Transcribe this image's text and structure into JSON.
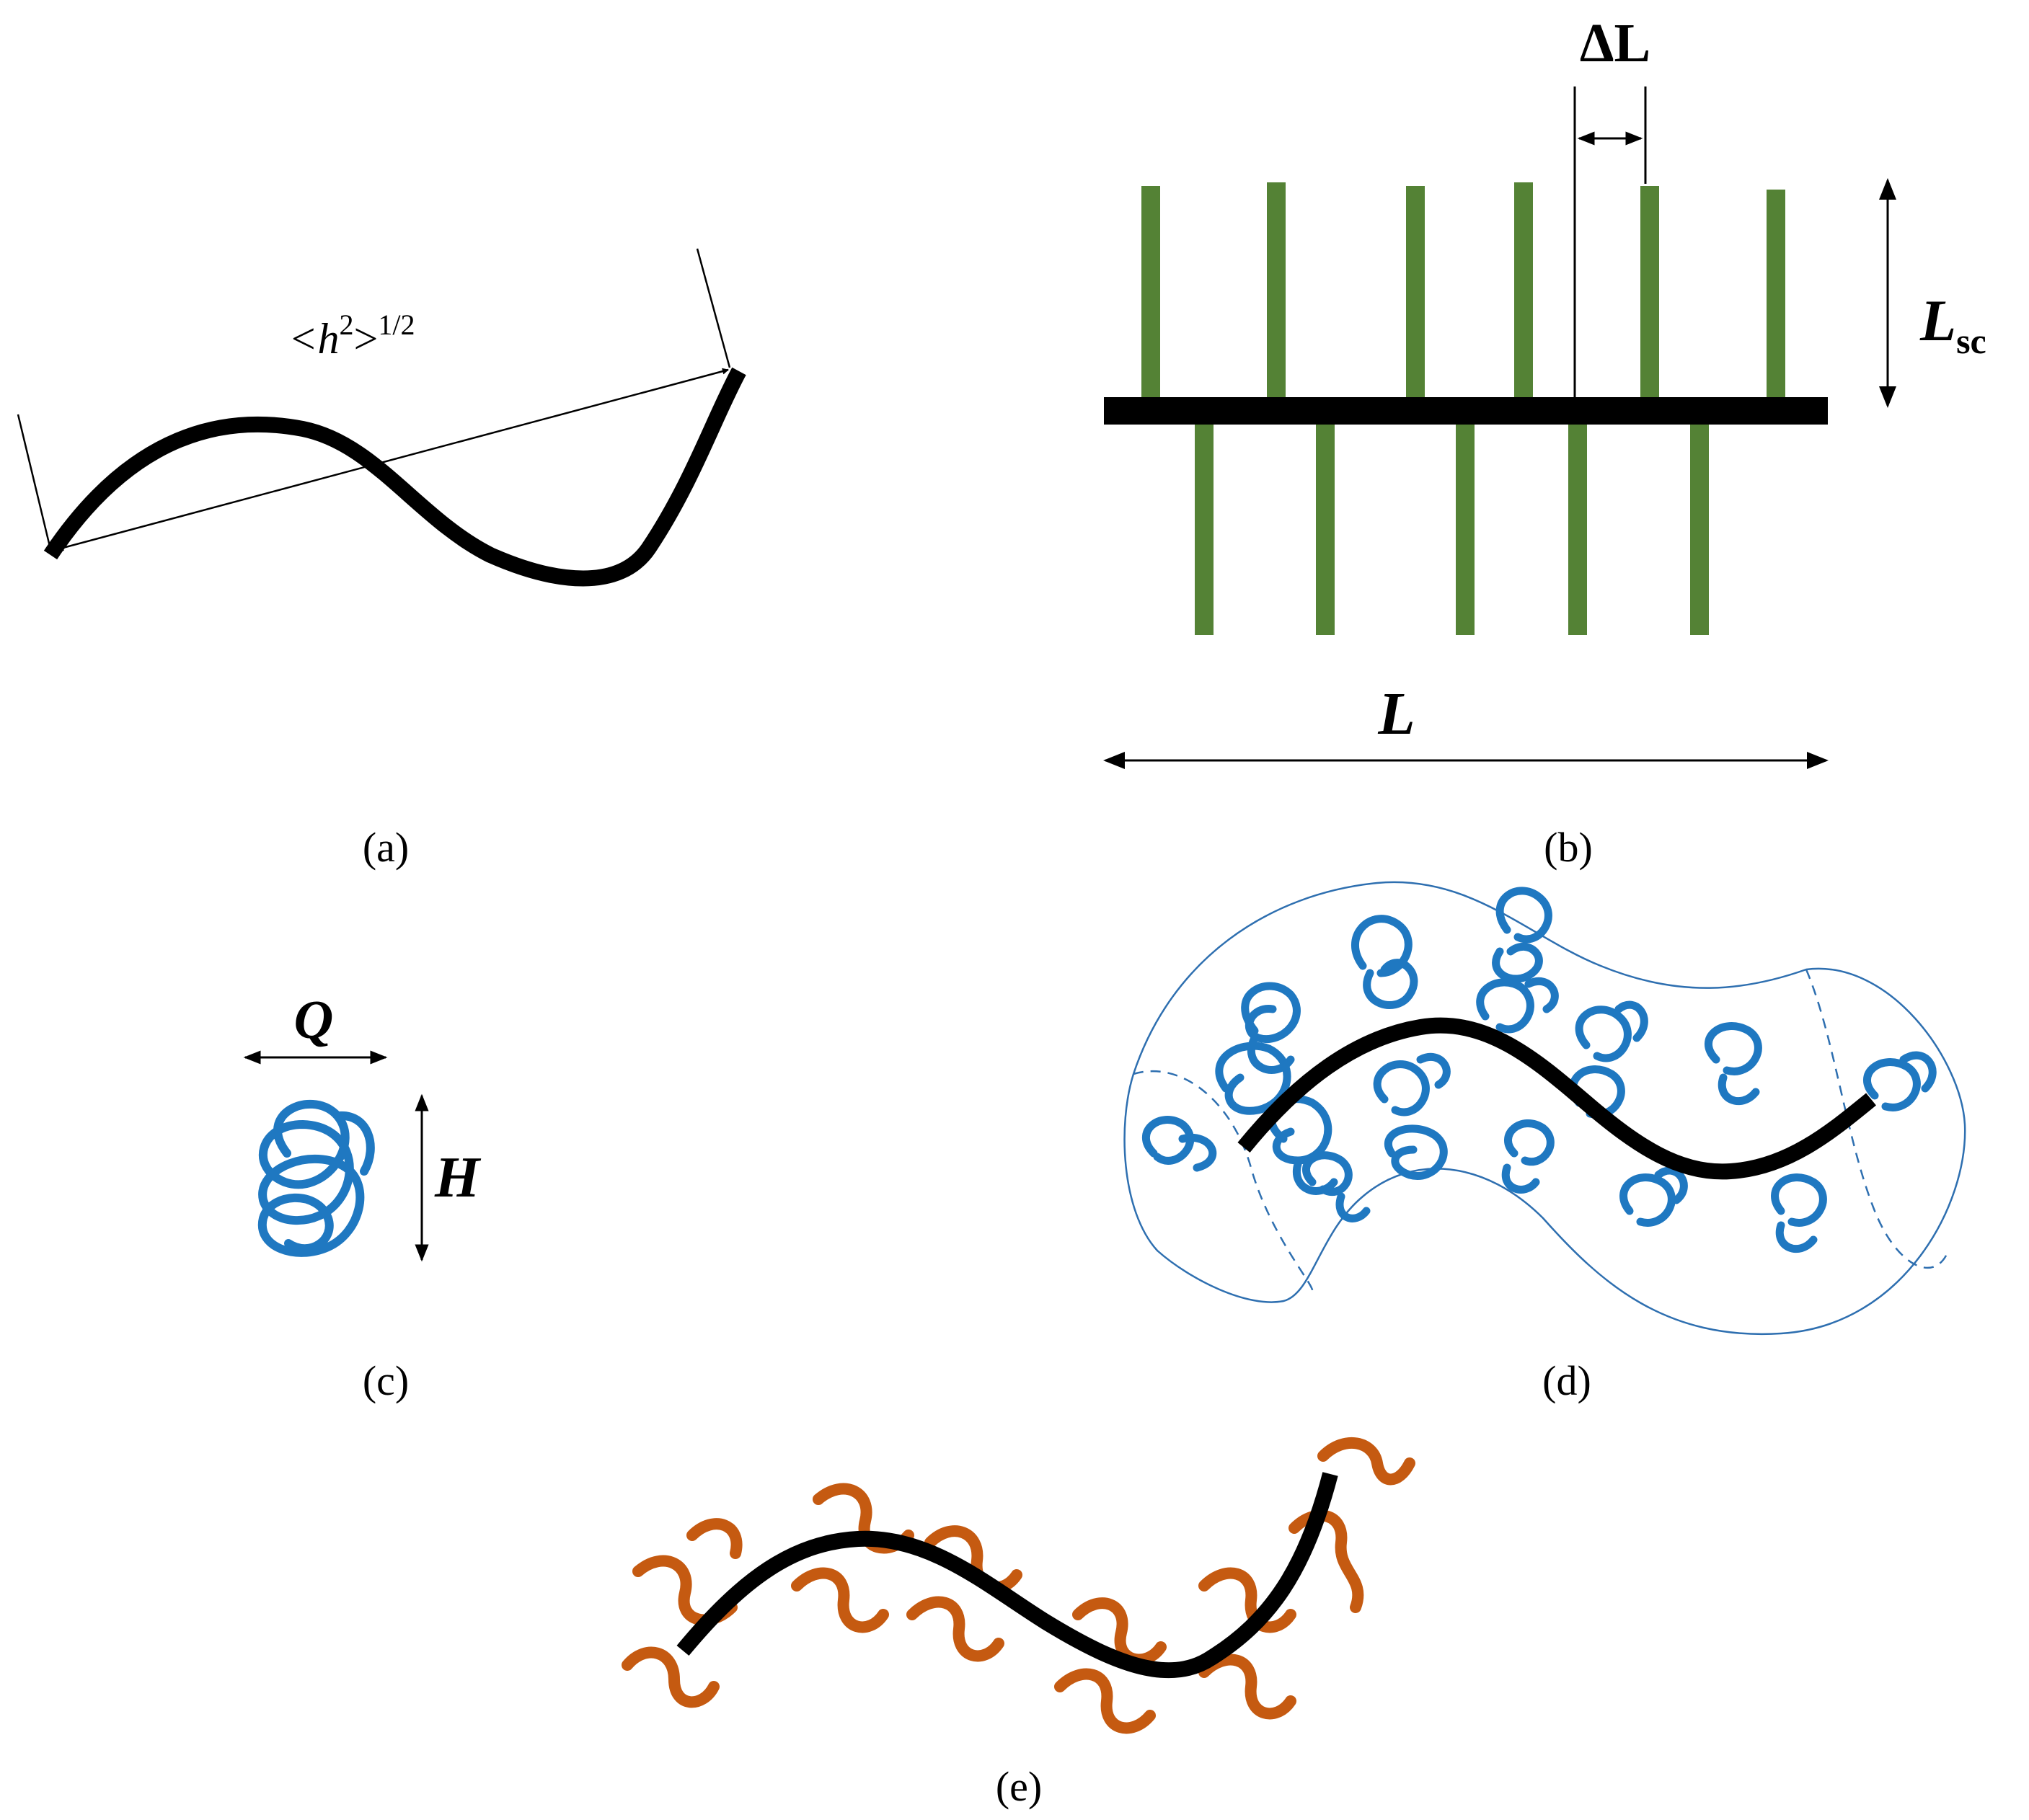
{
  "panels": {
    "a": {
      "caption": "(a)",
      "end_to_end_label": "<h",
      "end_to_end_sup_2": "2",
      "end_to_end_close": ">",
      "end_to_end_exp": "1/2",
      "chain_color": "#000000"
    },
    "b": {
      "caption": "(b)",
      "spacing_label": "ΔL",
      "sidechain_length_label": "L",
      "sidechain_length_sub": "sc",
      "backbone_length_label": "L",
      "sidechain_color": "#548235",
      "backbone_color": "#000000"
    },
    "c": {
      "caption": "(c)",
      "width_label": "Q",
      "height_label": "H",
      "coil_color": "#1f78c1"
    },
    "d": {
      "caption": "(d)",
      "coil_color": "#1f78c1",
      "tube_color": "#2e6fb0"
    },
    "e": {
      "caption": "(e)",
      "sidechain_color": "#c55a11"
    }
  }
}
